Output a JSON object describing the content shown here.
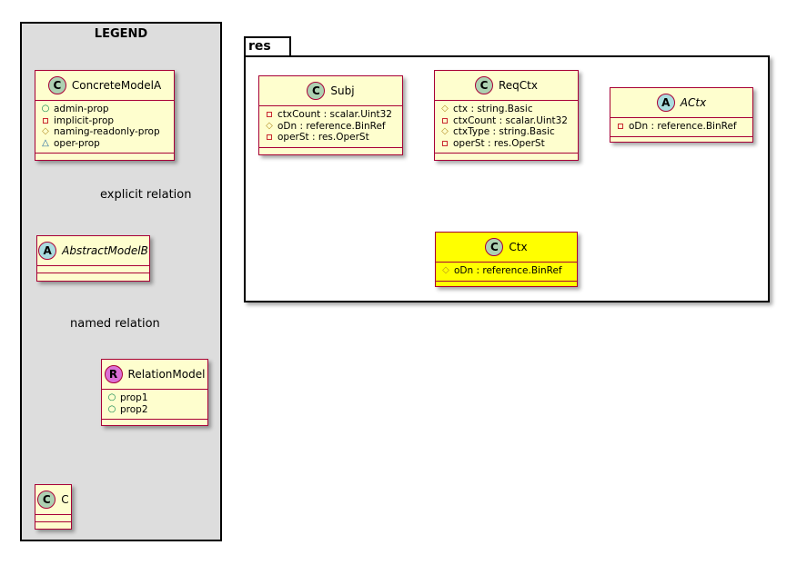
{
  "legend": {
    "title": "LEGEND",
    "classes": {
      "concrete": {
        "badge": "C",
        "badge_color": "#add1b2",
        "name": "ConcreteModelA",
        "attributes": [
          {
            "vis": "+",
            "kind": "public",
            "text": "admin-prop"
          },
          {
            "vis": "-",
            "kind": "private",
            "text": "implicit-prop"
          },
          {
            "vis": "#",
            "kind": "protected",
            "text": "naming-readonly-prop"
          },
          {
            "vis": "~",
            "kind": "package",
            "text": "oper-prop"
          }
        ]
      },
      "abstract": {
        "badge": "A",
        "badge_color": "#a9dcdf",
        "name": "AbstractModelB"
      },
      "relation": {
        "badge": "R",
        "badge_color": "#da70d6",
        "name": "RelationModel",
        "attributes": [
          {
            "vis": "+",
            "kind": "public",
            "text": "prop1"
          },
          {
            "vis": "+",
            "kind": "public",
            "text": "prop2"
          }
        ]
      },
      "c": {
        "badge": "C",
        "badge_color": "#add1b2",
        "name": "C"
      }
    },
    "relations": {
      "explicit": "explicit relation",
      "named": "named relation"
    }
  },
  "package": {
    "name": "res",
    "classes": {
      "subj": {
        "badge": "C",
        "badge_color": "#add1b2",
        "name": "Subj",
        "attributes": [
          {
            "vis": "-",
            "kind": "private",
            "text": "ctxCount : scalar.Uint32"
          },
          {
            "vis": "#",
            "kind": "protected",
            "text": "oDn : reference.BinRef"
          },
          {
            "vis": "-",
            "kind": "private",
            "text": "operSt : res.OperSt"
          }
        ]
      },
      "reqctx": {
        "badge": "C",
        "badge_color": "#add1b2",
        "name": "ReqCtx",
        "attributes": [
          {
            "vis": "#",
            "kind": "protected",
            "text": "ctx : string.Basic"
          },
          {
            "vis": "-",
            "kind": "private",
            "text": "ctxCount : scalar.Uint32"
          },
          {
            "vis": "#",
            "kind": "protected",
            "text": "ctxType : string.Basic"
          },
          {
            "vis": "-",
            "kind": "private",
            "text": "operSt : res.OperSt"
          }
        ]
      },
      "actx": {
        "badge": "A",
        "badge_color": "#a9dcdf",
        "name": "ACtx",
        "attributes": [
          {
            "vis": "-",
            "kind": "private",
            "text": "oDn : reference.BinRef"
          }
        ]
      },
      "ctx": {
        "badge": "C",
        "badge_color": "#add1b2",
        "name": "Ctx",
        "fill": "#ffff00",
        "attributes": [
          {
            "vis": "#",
            "kind": "protected",
            "text": "oDn : reference.BinRef"
          }
        ]
      }
    }
  },
  "colors": {
    "border": "#a80036",
    "class_fill": "#fefece",
    "legend_fill": "#dddddd"
  }
}
